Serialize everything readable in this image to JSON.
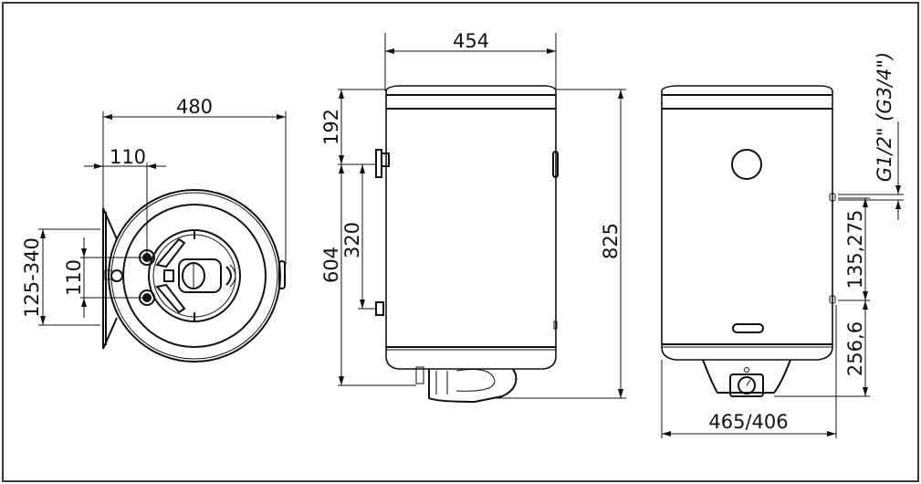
{
  "drawing": {
    "title": "Water heater dimensional drawing",
    "units": "mm",
    "frame_color": "#3a3a3a",
    "line_color": "#111111",
    "background": "#ffffff"
  },
  "top_view": {
    "dimensions": {
      "overall_depth": "480",
      "pipe_offset_horizontal": "110",
      "pipe_spacing_vertical": "110",
      "bracket_range": "125-340"
    }
  },
  "side_view": {
    "dimensions": {
      "width": "454",
      "top_to_outlet": "192",
      "outlet_to_inlet": "320",
      "outlet_to_bottom": "604",
      "overall_height": "825"
    }
  },
  "front_view": {
    "dimensions": {
      "thread_size": "G1/2\" (G3/4\")",
      "pipe_spacing": "135,275",
      "bottom_to_pipe": "256,6",
      "width_variants": "465/406"
    }
  }
}
